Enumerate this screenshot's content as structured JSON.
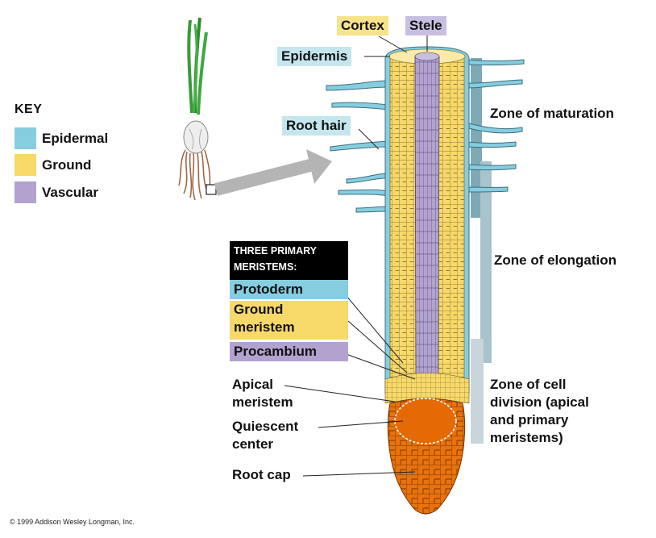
{
  "key": {
    "title": "KEY",
    "items": [
      {
        "label": "Epidermal",
        "color": "#86cde0"
      },
      {
        "label": "Ground",
        "color": "#f7d96a"
      },
      {
        "label": "Vascular",
        "color": "#b2a2cf"
      }
    ]
  },
  "tissues": {
    "cortex": "Cortex",
    "stele": "Stele",
    "epidermis": "Epidermis",
    "root_hair": "Root hair"
  },
  "meristems": {
    "header": "THREE PRIMARY\nMERISTEMS:",
    "protoderm": "Protoderm",
    "ground_meristem": "Ground\nmeristem",
    "procambium": "Procambium"
  },
  "labels": {
    "apical_meristem": "Apical\nmeristem",
    "quiescent_center": "Quiescent\ncenter",
    "root_cap": "Root cap"
  },
  "zones": {
    "maturation": "Zone of maturation",
    "elongation": "Zone of elongation",
    "cell_division": "Zone of cell\ndivision (apical\nand primary\nmeristems)"
  },
  "colors": {
    "epidermal": "#86cde0",
    "ground": "#f7d96a",
    "vascular": "#b2a2cf",
    "rootcap": "#e8730c",
    "zone_bar": "#7fa9b6"
  },
  "copyright": "© 1999 Addison Wesley Longman, Inc."
}
